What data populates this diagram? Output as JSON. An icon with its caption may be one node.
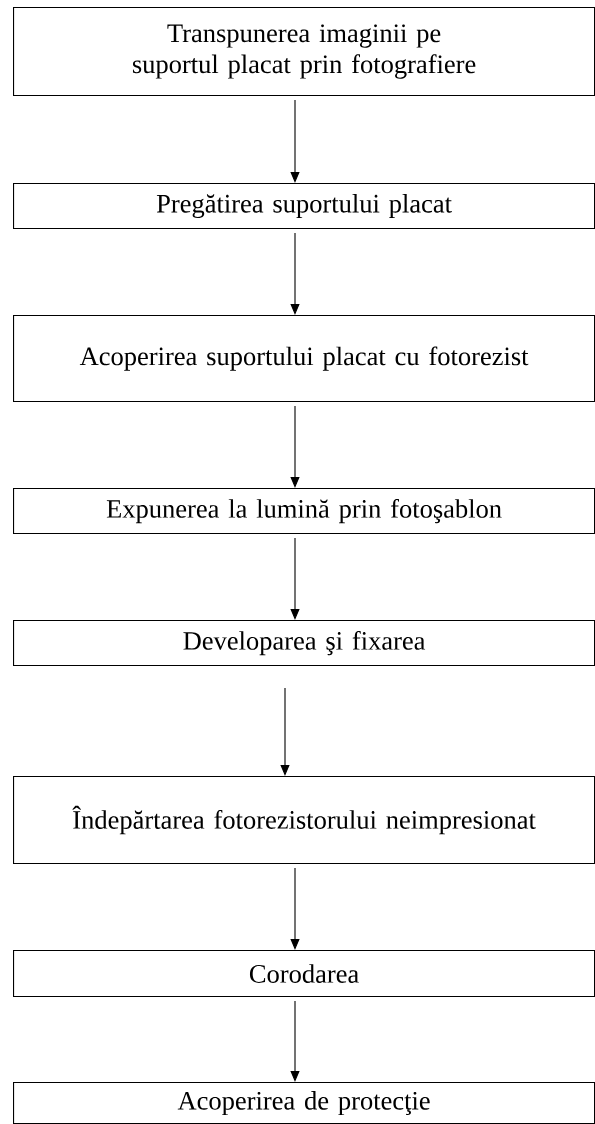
{
  "diagram": {
    "nodes": [
      {
        "text": [
          "Transpunerea imaginii pe suportul placat prin fotografiere"
        ]
      },
      {
        "text": [
          "Pregătirea suportului placat"
        ]
      },
      {
        "text": [
          "Acoperirea suportului placat cu fotorezist"
        ]
      },
      {
        "text": [
          "Expunerea la lumină prin fotoşablon"
        ]
      },
      {
        "text": [
          "Developarea şi fixarea"
        ]
      },
      {
        "text": [
          "Îndepărtarea fotorezistorului neimpresionat"
        ]
      },
      {
        "text": [
          "Corodarea"
        ]
      },
      {
        "text": [
          "Acoperirea de protecţie"
        ]
      }
    ],
    "edges": [
      {
        "from": 0,
        "to": 1,
        "arrow": "to"
      },
      {
        "from": 1,
        "to": 2,
        "arrow": "to"
      },
      {
        "from": 2,
        "to": 3,
        "arrow": "to"
      },
      {
        "from": 3,
        "to": 4,
        "arrow": "to"
      },
      {
        "from": 4,
        "to": 5,
        "arrow": "to"
      },
      {
        "from": 5,
        "to": 6,
        "arrow": "to"
      },
      {
        "from": 6,
        "to": 7,
        "arrow": "to"
      }
    ]
  }
}
